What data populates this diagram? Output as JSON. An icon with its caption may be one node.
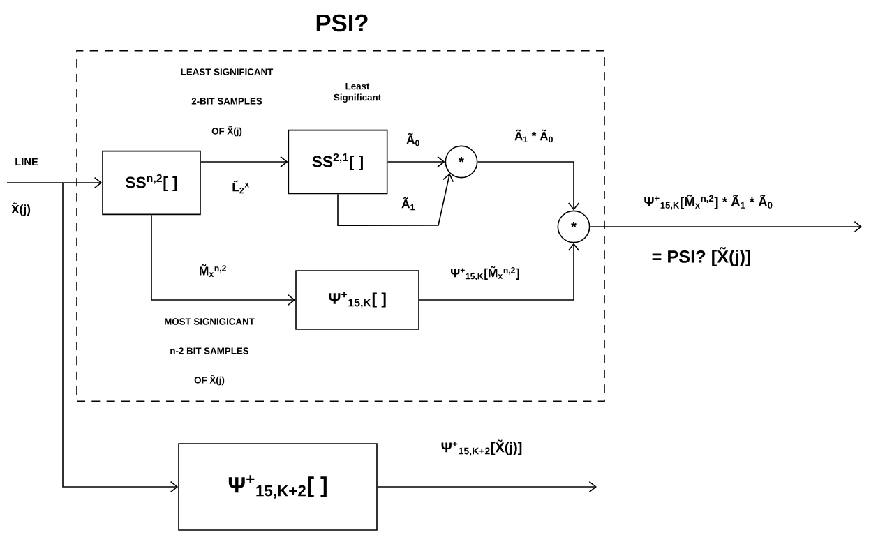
{
  "diagram": {
    "nodes": [
      {
        "text": [
          "PSI?"
        ]
      },
      {
        "text": [
          "SS$^{n,2}$[ ]"
        ],
        "in": 0
      },
      {
        "text": [
          "SS$^{2,1}$[ ]"
        ],
        "in": 0
      },
      {
        "text": [
          "*"
        ],
        "in": 0
      },
      {
        "text": [
          "Ψ$^{+}$$_{15,K}$[ ]"
        ],
        "in": 0
      },
      {
        "text": [
          "*"
        ],
        "in": 0
      },
      {
        "text": [
          "Ψ$^{+}$$_{15,K+2}$[ ]"
        ]
      }
    ],
    "edges": [
      {
        "from": null,
        "to": 1,
        "arrow": "to"
      },
      {
        "from": null,
        "to": 6,
        "arrow": "to"
      },
      {
        "from": 1,
        "to": 2,
        "arrow": "to",
        "label": "L̃$_{2}$$^{x}$"
      },
      {
        "from": 2,
        "to": 3,
        "arrow": "to",
        "label": "Ã$_{0}$"
      },
      {
        "from": 2,
        "to": 3,
        "arrow": "to",
        "label": "Ã$_{1}$"
      },
      {
        "from": 3,
        "to": 5,
        "arrow": "to",
        "label": "Ã$_{1}$ * Ã$_{0}$"
      },
      {
        "from": 1,
        "to": 4,
        "arrow": "to",
        "label": "M̃$_{x}$$^{n,2}$"
      },
      {
        "from": 4,
        "to": 5,
        "arrow": "to",
        "label": "Ψ$^{+}$$_{15,K}$[M̃$_{x}$$^{n,2}$]"
      },
      {
        "from": 5,
        "to": null,
        "arrow": "to",
        "label": "Ψ$^{+}$$_{15,K}$[M̃$_{x}$$^{n,2}$] * Ã$_{1}$ * Ã$_{0}$"
      },
      {
        "from": 6,
        "to": null,
        "arrow": "to",
        "label": "Ψ$^{+}$$_{15,K+2}$[X̃(j)]"
      }
    ],
    "labels": [
      "LINE",
      "X̃(j)",
      "LEAST SIGNIFICANT",
      "2-BIT SAMPLES",
      "OF X̃(j)",
      "Least Significant",
      "MOST SIGNIGICANT",
      "n-2 BIT SAMPLES",
      "OF X̃(j)",
      "= PSI? [X̃(j)]"
    ]
  }
}
